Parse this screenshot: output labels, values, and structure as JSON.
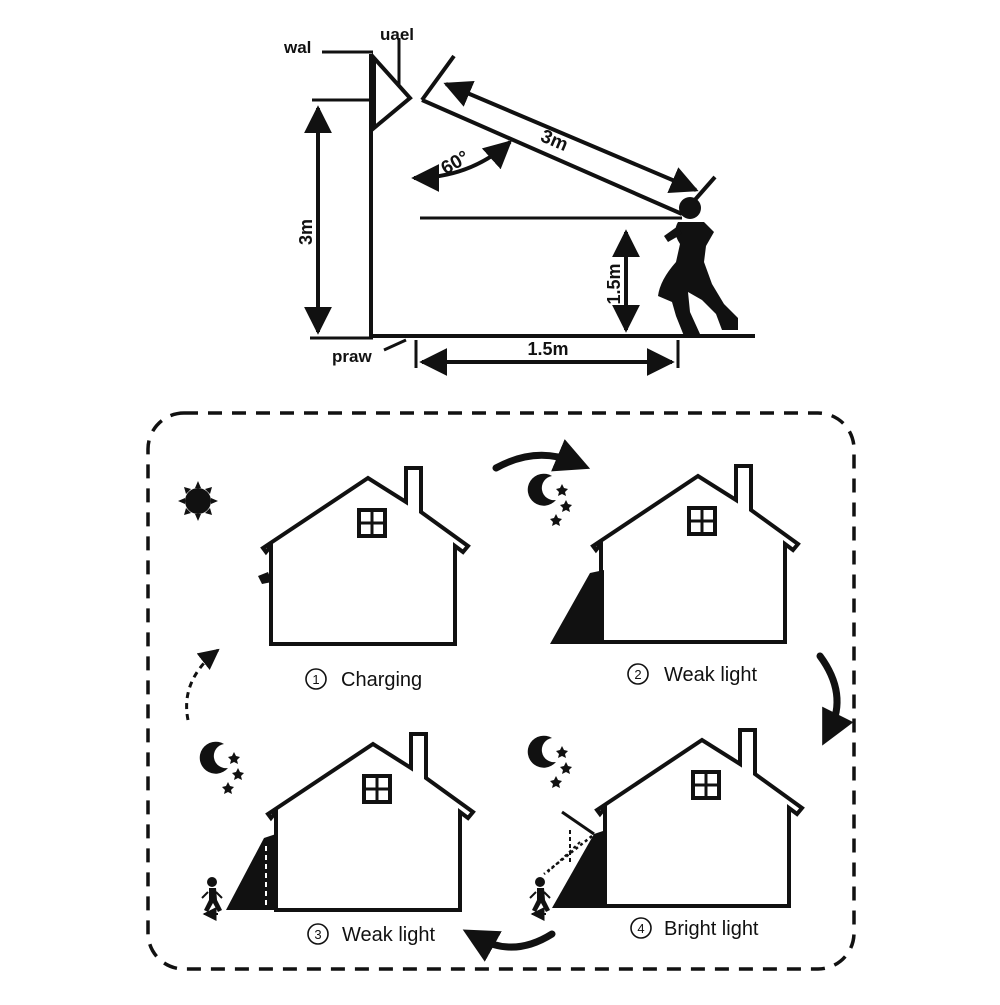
{
  "install_diagram": {
    "wall_label": "wal",
    "unit_label": "uael",
    "ground_label": "praw",
    "mount_height": "3m",
    "detect_distance": "3m",
    "detect_angle": "60°",
    "person_height": "1.5m",
    "ground_distance": "1.5m"
  },
  "modes": {
    "steps": [
      {
        "number": "1",
        "label": "Charging"
      },
      {
        "number": "2",
        "label": "Weak light"
      },
      {
        "number": "3",
        "label": "Weak light"
      },
      {
        "number": "4",
        "label": "Bright light"
      }
    ]
  },
  "colors": {
    "ink": "#111111",
    "background": "#ffffff"
  },
  "icons": [
    "sun-icon",
    "moon-stars-icon",
    "person-icon",
    "window-icon",
    "cycle-arrow-icon"
  ]
}
